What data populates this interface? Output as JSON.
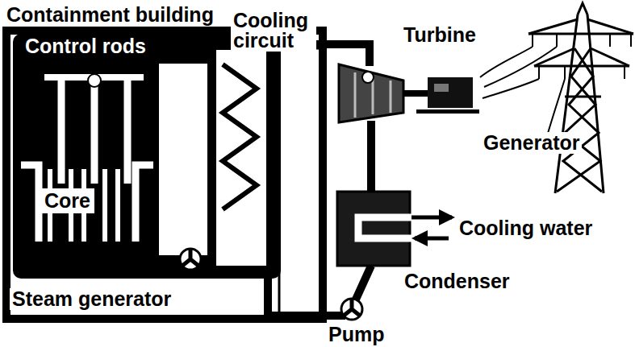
{
  "diagram": {
    "nodes": [
      {
        "text": [
          "Containment building"
        ]
      },
      {
        "text": [
          "Core"
        ],
        "in": 0
      }
    ],
    "labels": [
      "Control rods",
      "Cooling circuit",
      "Turbine",
      "Generator",
      "Cooling water",
      "Condenser",
      "Steam generator",
      "Pump"
    ]
  }
}
